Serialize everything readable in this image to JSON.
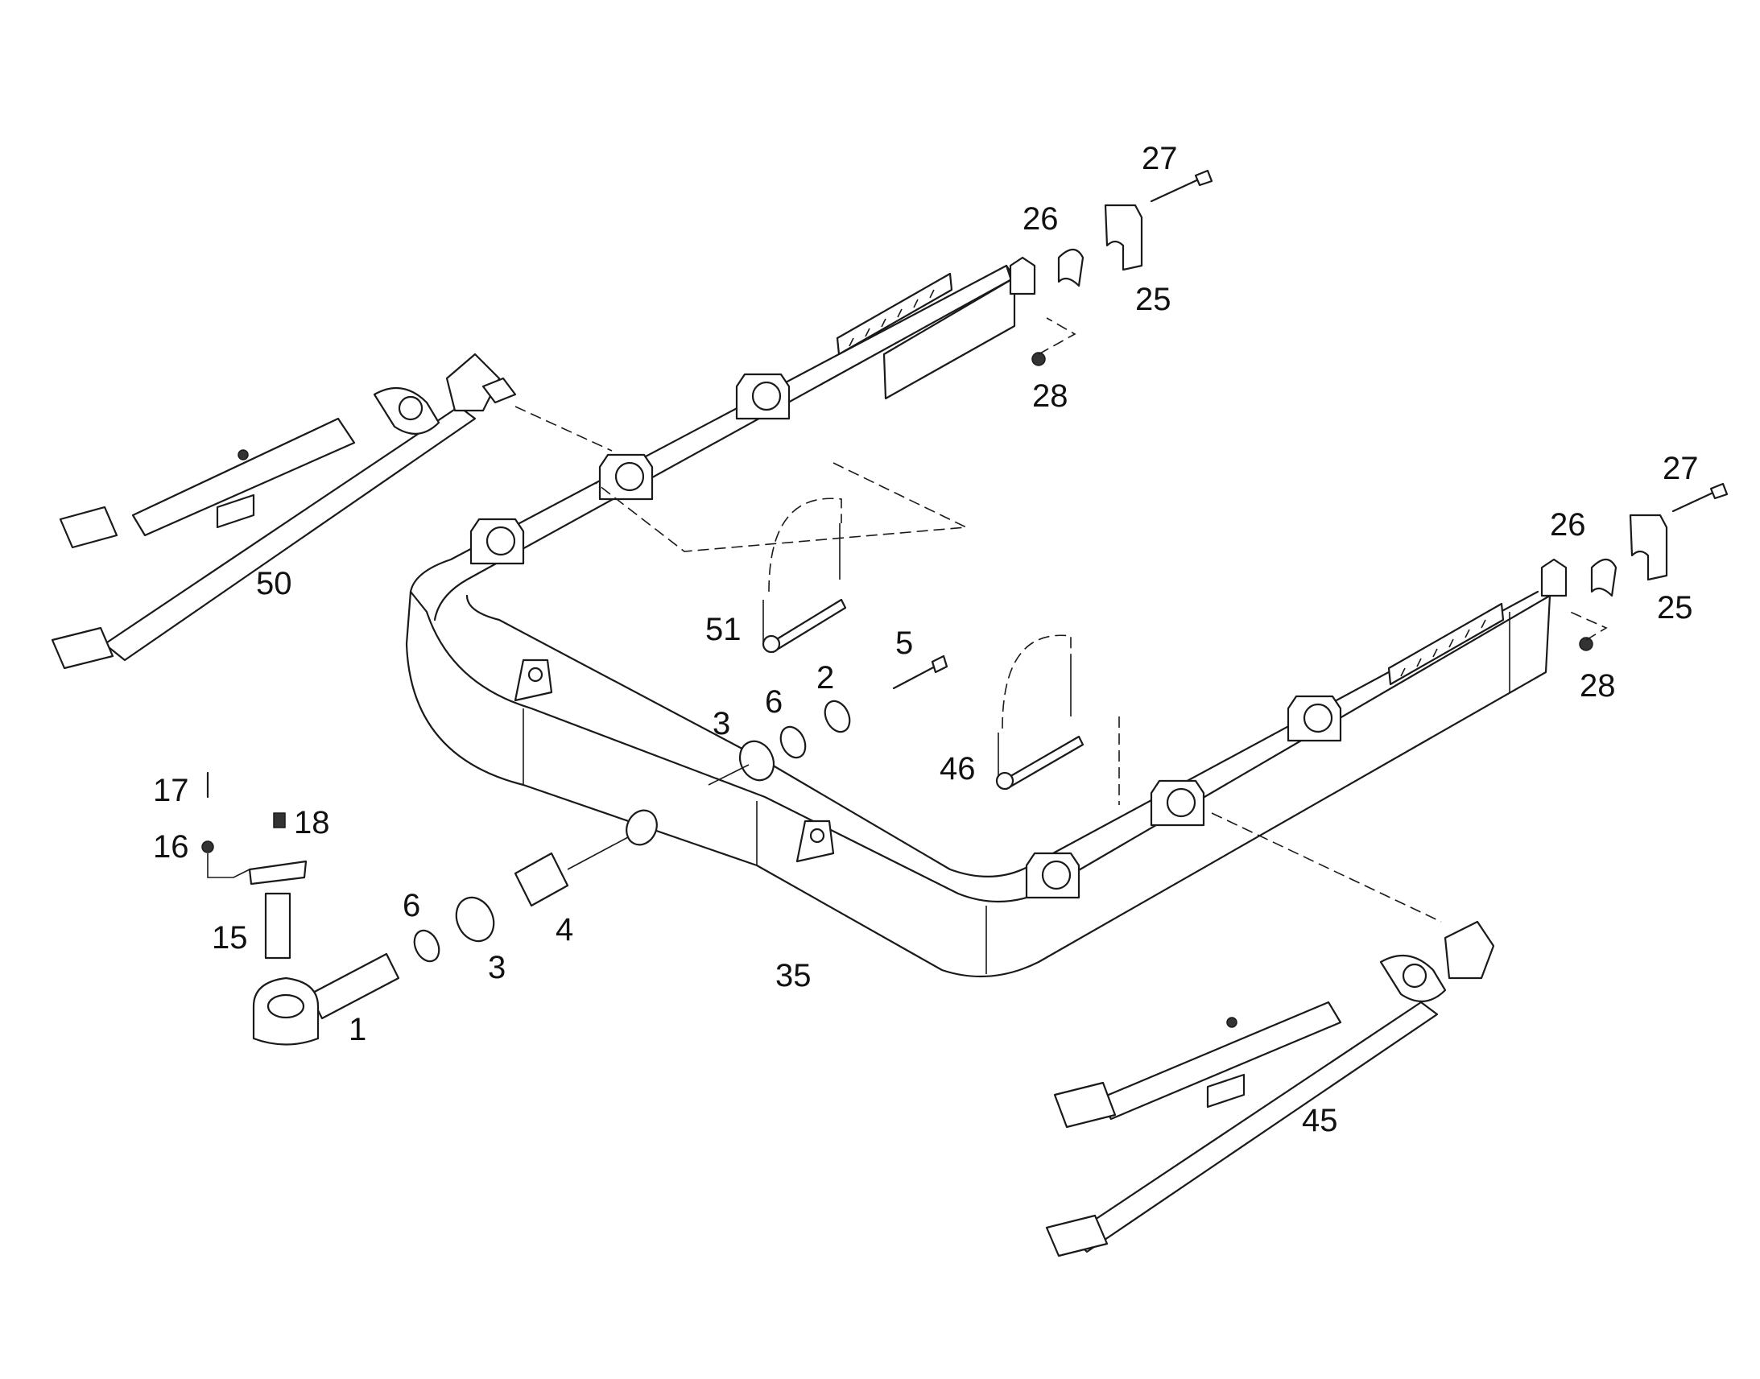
{
  "callouts": {
    "c1": "1",
    "c2": "2",
    "c3a": "3",
    "c3b": "3",
    "c4": "4",
    "c5": "5",
    "c6a": "6",
    "c6b": "6",
    "c15": "15",
    "c16": "16",
    "c17": "17",
    "c18": "18",
    "c25a": "25",
    "c25b": "25",
    "c26a": "26",
    "c26b": "26",
    "c27a": "27",
    "c27b": "27",
    "c28a": "28",
    "c28b": "28",
    "c35": "35",
    "c45": "45",
    "c46": "46",
    "c50": "50",
    "c51": "51"
  }
}
